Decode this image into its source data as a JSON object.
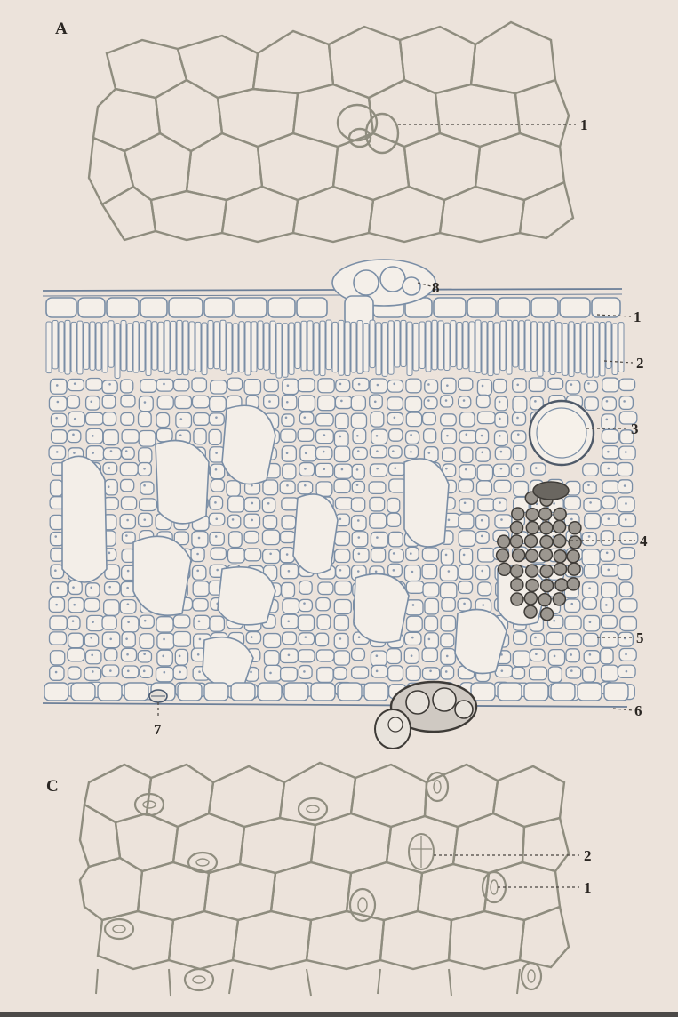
{
  "panels": [
    {
      "letter": "A",
      "callouts": [
        "1"
      ]
    },
    {
      "letter": "",
      "callouts": [
        "8",
        "1",
        "2",
        "3",
        "4",
        "5",
        "6",
        "7"
      ]
    },
    {
      "letter": "C",
      "callouts": [
        "2",
        "1"
      ]
    }
  ],
  "colors": {
    "paper": "#ece3db",
    "epidermis_walls": "#8f8d7f",
    "section_walls": "#7a8ea6",
    "vascular_dark": "#6a6660"
  }
}
